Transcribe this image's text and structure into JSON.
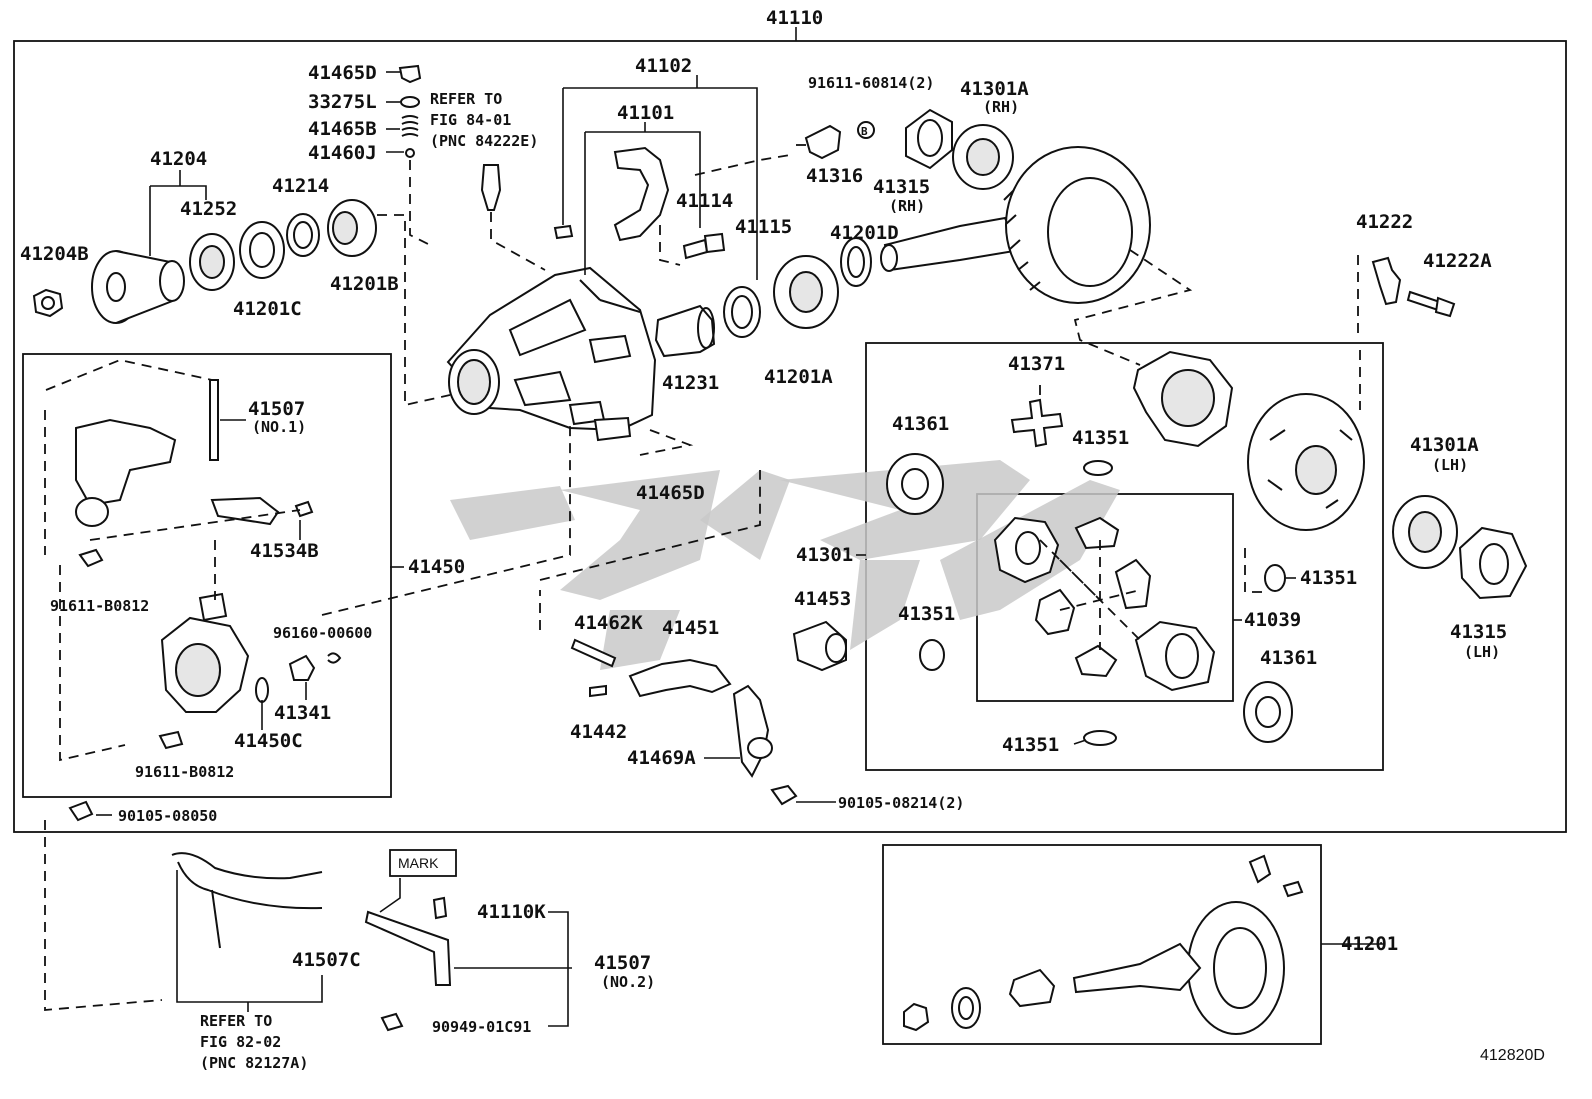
{
  "diagram": {
    "main_assembly": "41110",
    "corner_code": "412820D",
    "labels": {
      "p41465D_top": "41465D",
      "p33275L": "33275L",
      "p41465B": "41465B",
      "p41460J": "41460J",
      "refer1": [
        "REFER TO",
        "FIG 84-01",
        "(PNC 84222E)"
      ],
      "p41102": "41102",
      "p41101": "41101",
      "p41114": "41114",
      "p41115": "41115",
      "p91611_60814": "91611-60814(2)",
      "p41301A_rh": "41301A",
      "rh1": "(RH)",
      "p41316": "41316",
      "p41315_rh": "41315",
      "rh2": "(RH)",
      "p41204": "41204",
      "p41252": "41252",
      "p41214": "41214",
      "p41204B": "41204B",
      "p41201C": "41201C",
      "p41201B": "41201B",
      "p41201D": "41201D",
      "p41231": "41231",
      "p41201A": "41201A",
      "p41222": "41222",
      "p41222A": "41222A",
      "p41507_1": "41507",
      "no1": "(NO.1)",
      "p41534B": "41534B",
      "p41450": "41450",
      "p91611_B0812_a": "91611-B0812",
      "p96160": "96160-00600",
      "p41341": "41341",
      "p41450C": "41450C",
      "p91611_B0812_b": "91611-B0812",
      "p90105_08050": "90105-08050",
      "p41465D_mid": "41465D",
      "p41371": "41371",
      "p41361_a": "41361",
      "p41351_a": "41351",
      "p41301A_lh": "41301A",
      "lh1": "(LH)",
      "p41301": "41301",
      "p41351_b": "41351",
      "p41039": "41039",
      "p41315_lh": "41315",
      "lh2": "(LH)",
      "p41351_c": "41351",
      "p41361_b": "41361",
      "p41351_d": "41351",
      "p41453": "41453",
      "p41462K": "41462K",
      "p41451": "41451",
      "p41442": "41442",
      "p41469A": "41469A",
      "p90105_08214": "90105-08214(2)",
      "mark": "MARK",
      "p41110K": "41110K",
      "p41507C": "41507C",
      "p41507_2": "41507",
      "no2": "(NO.2)",
      "p90949": "90949-01C91",
      "refer2": [
        "REFER TO",
        "FIG 82-02",
        "(PNC 82127A)"
      ],
      "p41201": "41201"
    }
  }
}
